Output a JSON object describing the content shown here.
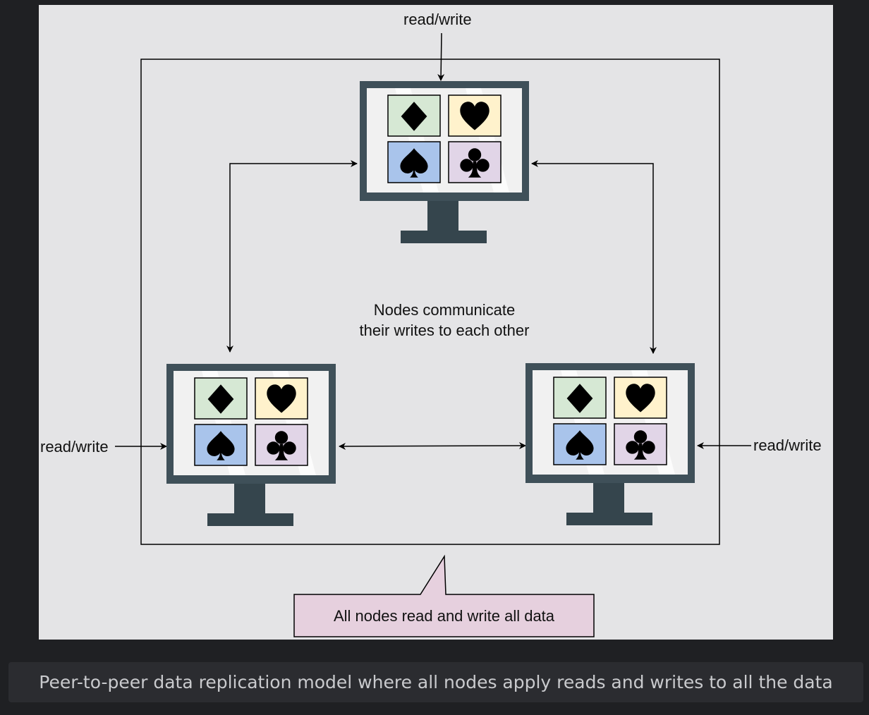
{
  "labels": {
    "top_read_write": "read/write",
    "left_read_write": "read/write",
    "right_read_write": "read/write",
    "center_line1": "Nodes communicate",
    "center_line2": "their writes to each other",
    "callout": "All nodes read and write all data"
  },
  "caption": "Peer-to-peer data replication model where all nodes apply reads and writes to all the data",
  "nodes": [
    {
      "id": "top",
      "tiles": [
        "diamond-icon",
        "heart-icon",
        "spade-icon",
        "club-icon"
      ]
    },
    {
      "id": "bottom-left",
      "tiles": [
        "diamond-icon",
        "heart-icon",
        "spade-icon",
        "club-icon"
      ]
    },
    {
      "id": "bottom-right",
      "tiles": [
        "diamond-icon",
        "heart-icon",
        "spade-icon",
        "club-icon"
      ]
    }
  ],
  "colors": {
    "page_background": "#1f2023",
    "figure_background": "#e4e4e6",
    "monitor_frame": "#3f5059",
    "monitor_stand": "#35454d",
    "tile_diamond": "#d6e8d4",
    "tile_heart": "#fff2cc",
    "tile_spade": "#a9c4eb",
    "tile_club": "#e1d5e7",
    "callout_fill": "#e6d0de"
  }
}
